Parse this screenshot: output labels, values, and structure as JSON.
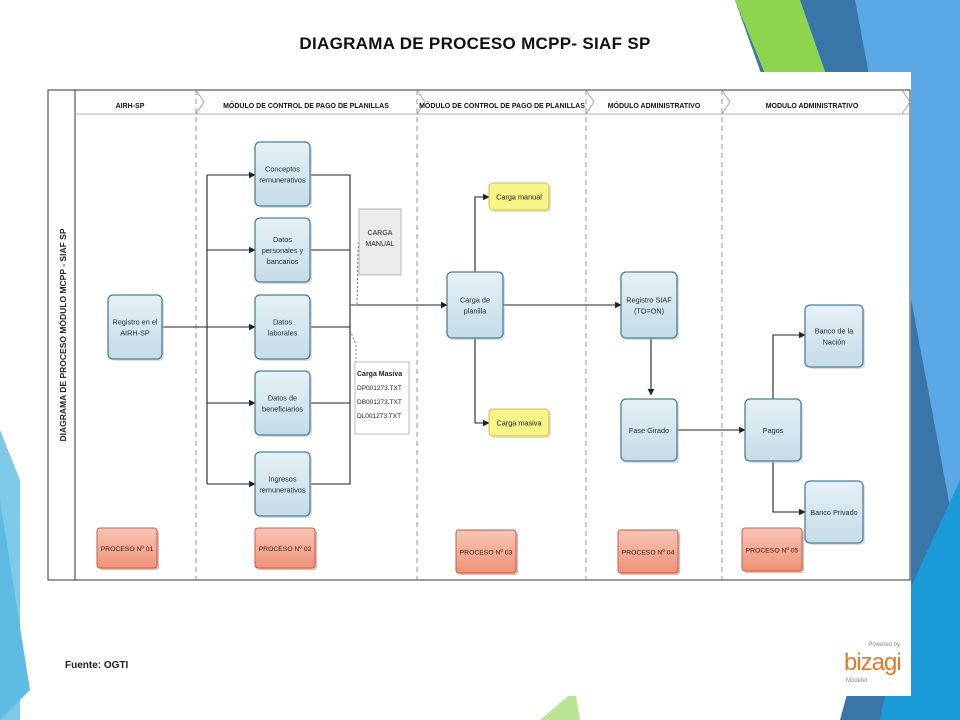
{
  "title": "DIAGRAMA DE PROCESO MCPP- SIAF SP",
  "vertical_title": "DIAGRAMA DE PROCESO  MÓDULO MCPP - SIAF SP",
  "lanes": [
    {
      "id": "airh",
      "label": "AIRH-SP"
    },
    {
      "id": "mcpp1",
      "label": "MÓDULO DE CONTROL DE PAGO DE PLANILLAS"
    },
    {
      "id": "mcpp2",
      "label": "MÓDULO DE CONTROL DE PAGO DE PLANILLAS"
    },
    {
      "id": "adm1",
      "label": "MÓDULO ADMINISTRATIVO"
    },
    {
      "id": "adm2",
      "label": "MODULO ADMINISTRATIVO"
    }
  ],
  "tasks": [
    {
      "id": "registro",
      "lines": [
        "Registro en el",
        "AIRH-SP"
      ]
    },
    {
      "id": "conceptos",
      "lines": [
        "Conceptos",
        "remunerativos"
      ]
    },
    {
      "id": "datos-personales",
      "lines": [
        "Datos",
        "personales y",
        "bancarios"
      ]
    },
    {
      "id": "datos-laborales",
      "lines": [
        "Datos",
        "laborales"
      ]
    },
    {
      "id": "datos-beneficiarios",
      "lines": [
        "Datos de",
        "beneficiarios"
      ]
    },
    {
      "id": "ingresos",
      "lines": [
        "Ingresos",
        "remunerativos"
      ]
    },
    {
      "id": "carga-planilla",
      "lines": [
        "Carga de",
        "planilla"
      ]
    },
    {
      "id": "registro-siaf",
      "lines": [
        "Registro SIAF",
        "(TO=ON)"
      ]
    },
    {
      "id": "fase-girado",
      "lines": [
        "Fase Girado"
      ]
    },
    {
      "id": "pagos",
      "lines": [
        "Pagos"
      ]
    },
    {
      "id": "banco-nacion",
      "lines": [
        "Banco de la",
        "Nación"
      ]
    },
    {
      "id": "banco-privado",
      "lines": [
        "Banco Privado"
      ]
    }
  ],
  "events": [
    {
      "id": "carga-manual-event",
      "label": "Carga manual"
    },
    {
      "id": "carga-masiva-event",
      "label": "Carga masiva"
    }
  ],
  "annotations": {
    "carga_manual": [
      "CARGA",
      "MANUAL"
    ],
    "carga_masiva": [
      "Carga Masiva",
      "DP001273.TXT",
      "DB001273.TXT",
      "DL001273.TXT"
    ]
  },
  "processes": [
    "PROCESO Nº 01",
    "PROCESO Nº 02",
    "PROCESO Nº 03",
    "PROCESO Nº 04",
    "PROCESO Nº 05"
  ],
  "source_note": "Fuente: OGTI",
  "logo": {
    "powered": "Powered by",
    "word": "bizagi",
    "sub": "Modeler"
  },
  "colors": {
    "task_fill": "#d6e7ef",
    "task_stroke": "#4d7f97",
    "process_fill": "#f2a48f",
    "event_fill": "#f7f58a",
    "accent_blue": "#1f78b4",
    "accent_green": "#8ed44f"
  }
}
